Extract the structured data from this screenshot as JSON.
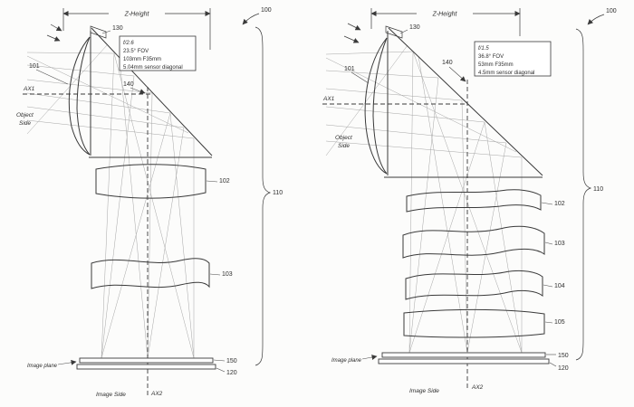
{
  "panels": [
    {
      "z_height": "Z-Height",
      "refs": {
        "r100": "100",
        "r101": "101",
        "r130": "130",
        "r140": "140",
        "r110": "110",
        "r102": "102",
        "r103": "103",
        "r150": "150",
        "r120": "120"
      },
      "axes": {
        "ax1": "AX1",
        "ax2": "AX2"
      },
      "labels": {
        "object_1": "Object",
        "object_2": "Side",
        "image_plane": "Image plane",
        "image_side": "Image Side"
      },
      "specs": {
        "s1": "f/2.6",
        "s2": "23.5° FOV",
        "s3": "103mm F35mm",
        "s4": "5.04mm sensor diagonal"
      }
    },
    {
      "z_height": "Z-Height",
      "refs": {
        "r100": "100",
        "r101": "101",
        "r130": "130",
        "r140": "140",
        "r110": "110",
        "r102": "102",
        "r103": "103",
        "r104": "104",
        "r105": "105",
        "r150": "150",
        "r120": "120"
      },
      "axes": {
        "ax1": "AX1",
        "ax2": "AX2"
      },
      "labels": {
        "object_1": "Object",
        "object_2": "Side",
        "image_plane": "Image plane",
        "image_side": "Image Side"
      },
      "specs": {
        "s1": "f/1.5",
        "s2": "36.8° FOV",
        "s3": "53mm F35mm",
        "s4": "4.5mm sensor diagonal"
      }
    }
  ]
}
